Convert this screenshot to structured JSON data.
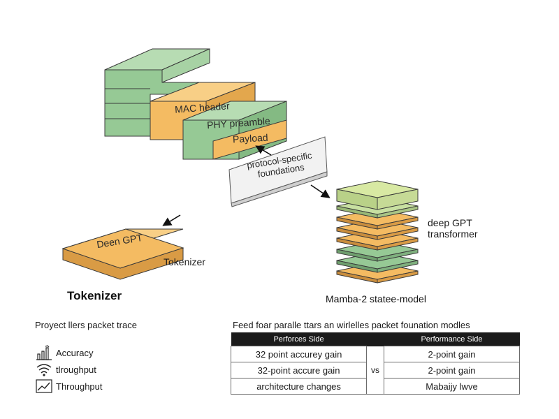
{
  "diagram": {
    "packet_stack": {
      "labels": [
        "MAC header",
        "PHY preamble",
        "Payload"
      ]
    },
    "note_label": {
      "line1": "protocol-specific",
      "line2": "foundations"
    },
    "tokenizer_block": {
      "label": "Deen GPT",
      "side_label": "Tokenizer",
      "caption": "Tokenizer"
    },
    "mamba_stack": {
      "side_label_line1": "deep GPT",
      "side_label_line2": "transformer",
      "caption": "Mamba-2 statee-model"
    },
    "colors": {
      "green": "#96c995",
      "green_dark": "#5e8f5f",
      "orange": "#f4bb62",
      "orange_dark": "#b98735",
      "lime": "#d4e59a"
    }
  },
  "legend": {
    "title": "Proyect llers packet trace",
    "items": [
      {
        "icon": "bar-chart-icon",
        "label": "Accuracy"
      },
      {
        "icon": "wifi-signal-icon",
        "label": "tlroughput"
      },
      {
        "icon": "line-chart-icon",
        "label": "Throughput"
      }
    ]
  },
  "comparison_table": {
    "title": "Feed foar paralle ttars an wirlelles packet founation modles",
    "headers": [
      "Perforces Side",
      "Performance Side"
    ],
    "rows": [
      {
        "left": "32 point accurey gain",
        "vs": "",
        "right": "2-point gain"
      },
      {
        "left": "32-point accure gain",
        "vs": "vs",
        "right": "2-point gain"
      },
      {
        "left": "architecture changes",
        "vs": "",
        "right": "Mabaijy lwve"
      }
    ]
  }
}
